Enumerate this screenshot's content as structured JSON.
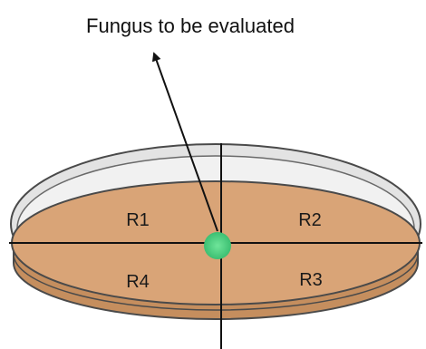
{
  "annotation": {
    "text": "Fungus to be evaluated"
  },
  "regions": [
    {
      "id": "r1",
      "label": "R1"
    },
    {
      "id": "r2",
      "label": "R2"
    },
    {
      "id": "r3",
      "label": "R3"
    },
    {
      "id": "r4",
      "label": "R4"
    }
  ],
  "colors": {
    "medium": "#D9A477",
    "medium_dark": "#C58E5E",
    "rim": "#4A4A4A",
    "lid_fill": "#E3E3E3",
    "fungus": "#4CCB7F",
    "axis": "#111111"
  },
  "icons": {
    "pointer": "arrow-icon",
    "inoculum": "fungus-spot-icon"
  }
}
